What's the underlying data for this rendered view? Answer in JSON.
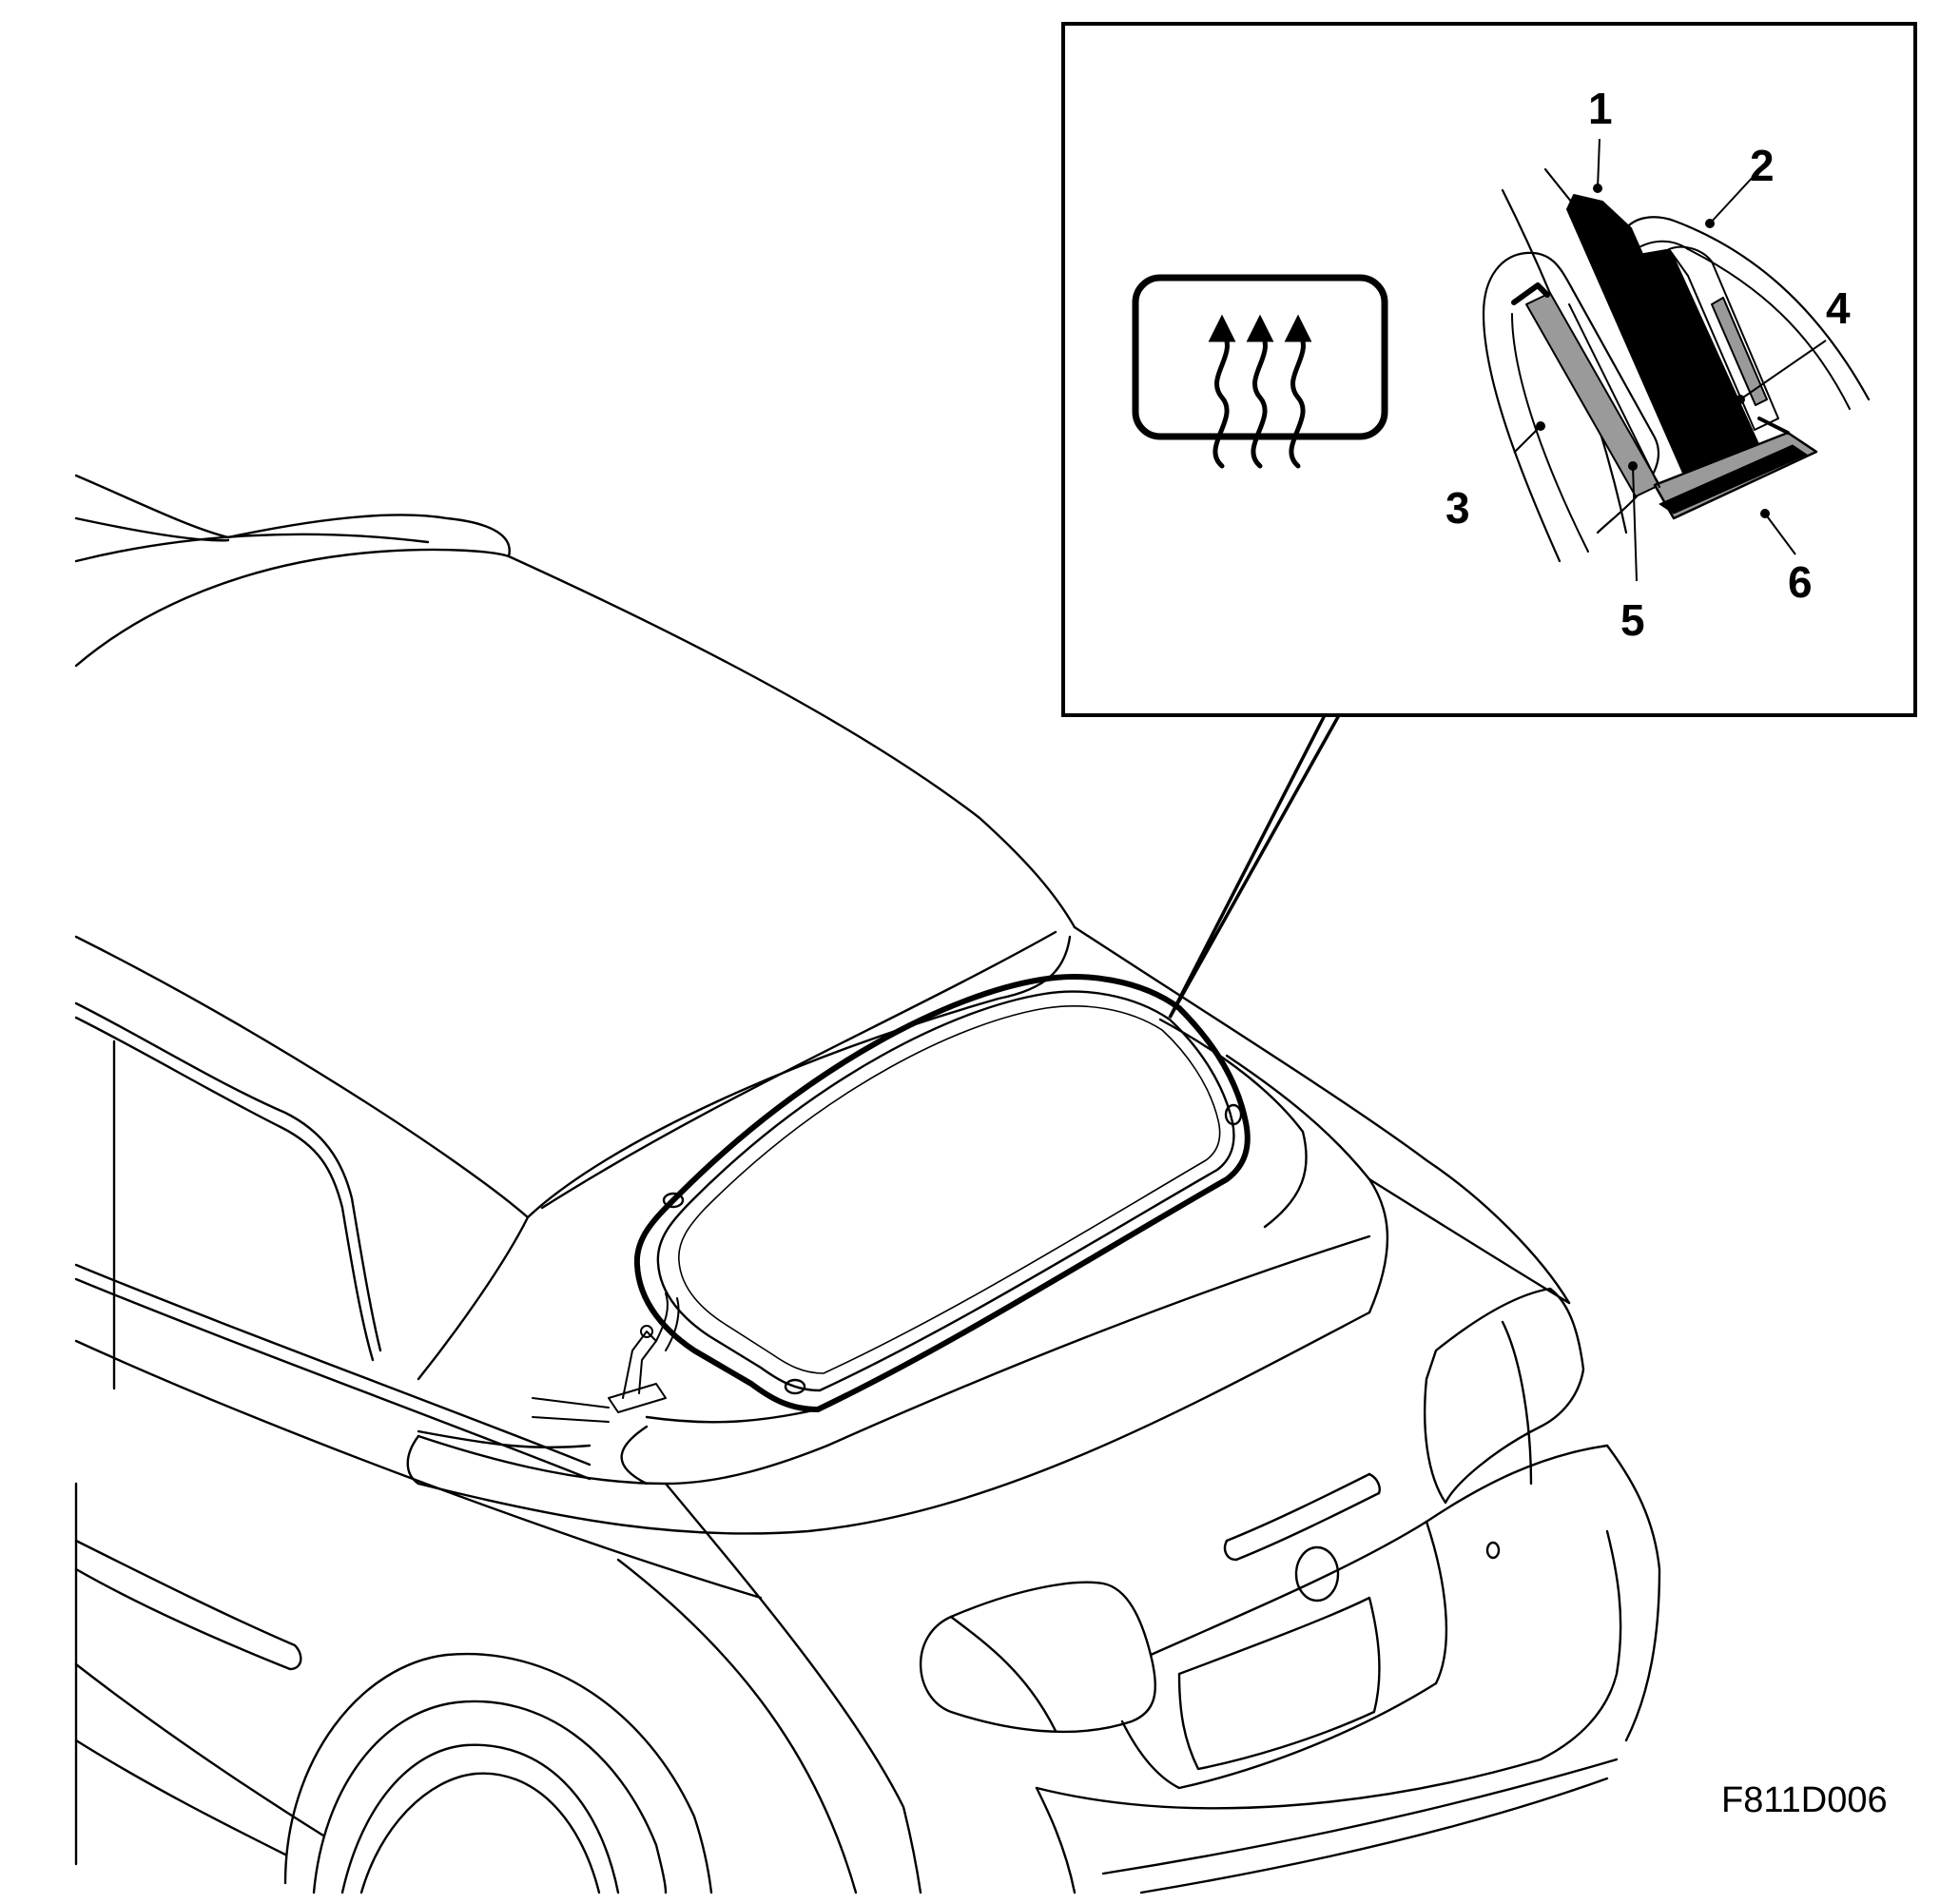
{
  "figure_code": "F811D006",
  "colors": {
    "line": "#000000",
    "background": "#ffffff",
    "seal_gray": "#9a9a9a"
  },
  "detail": {
    "icon": "rear-window-defrost-icon",
    "callouts": [
      "1",
      "2",
      "3",
      "4",
      "5",
      "6"
    ]
  },
  "vehicle": {
    "view": "convertible-rear-three-quarter",
    "highlight": "rear-window-seal"
  }
}
